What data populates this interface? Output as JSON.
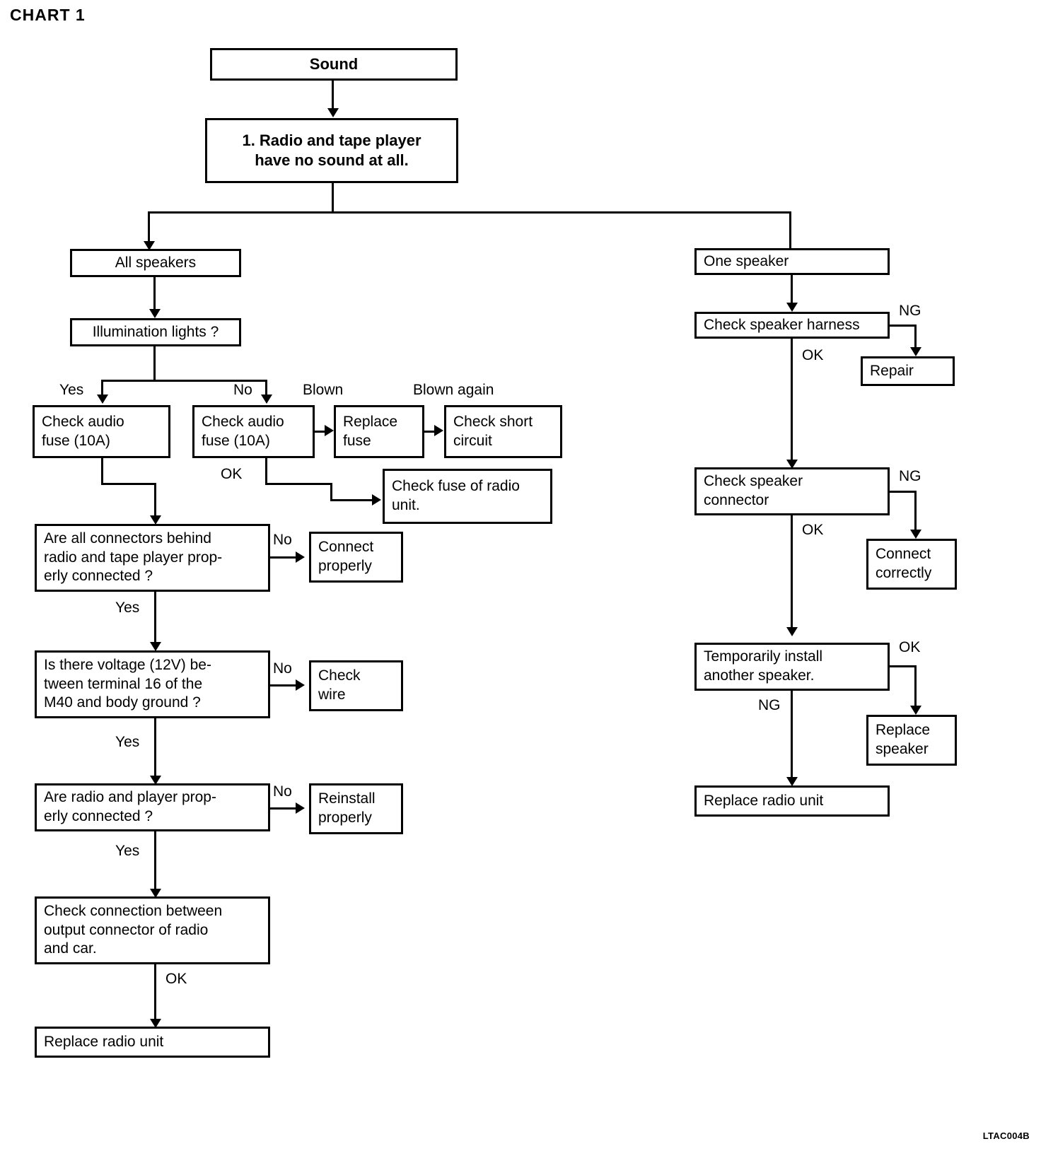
{
  "title": "CHART 1",
  "corner_code": "LTAC004B",
  "nodes": {
    "sound": "Sound",
    "symptom": "1. Radio and tape player\nhave no sound at all.",
    "all_speakers": "All speakers",
    "illumination": "Illumination lights ?",
    "check_fuse_yes": "Check audio\nfuse (10A)",
    "check_fuse_no": "Check audio\nfuse (10A)",
    "replace_fuse": "Replace\nfuse",
    "check_short": "Check short\ncircuit",
    "check_radio_fuse": "Check fuse of radio\nunit.",
    "connectors_q": "Are all connectors behind\nradio and tape player prop-\nerly connected ?",
    "connect_properly": "Connect\nproperly",
    "voltage_q": "Is there voltage (12V) be-\ntween terminal 16 of the\nM40 and body ground ?",
    "check_wire": "Check\nwire",
    "radio_player_q": "Are radio and player prop-\nerly connected ?",
    "reinstall_properly": "Reinstall\nproperly",
    "check_connection": "Check connection between\noutput connector of radio\nand car.",
    "replace_radio_left": "Replace radio unit",
    "one_speaker": "One speaker",
    "check_speaker_harness": "Check speaker harness",
    "repair": "Repair",
    "check_speaker_connector": "Check speaker\nconnector",
    "connect_correctly": "Connect\ncorrectly",
    "temp_install": "Temporarily install\nanother speaker.",
    "replace_speaker": "Replace\nspeaker",
    "replace_radio_right": "Replace radio unit"
  },
  "edge_labels": {
    "yes_illum": "Yes",
    "no_illum": "No",
    "blown": "Blown",
    "blown_again": "Blown again",
    "ok_fuse": "OK",
    "no_connectors": "No",
    "yes_connectors": "Yes",
    "no_voltage": "No",
    "yes_voltage": "Yes",
    "no_radio_player": "No",
    "yes_radio_player": "Yes",
    "ok_connection": "OK",
    "ng_harness": "NG",
    "ok_harness": "OK",
    "ng_connector": "NG",
    "ok_connector": "OK",
    "ok_temp": "OK",
    "ng_temp": "NG"
  },
  "colors": {
    "ink": "#000000",
    "paper": "#ffffff"
  }
}
